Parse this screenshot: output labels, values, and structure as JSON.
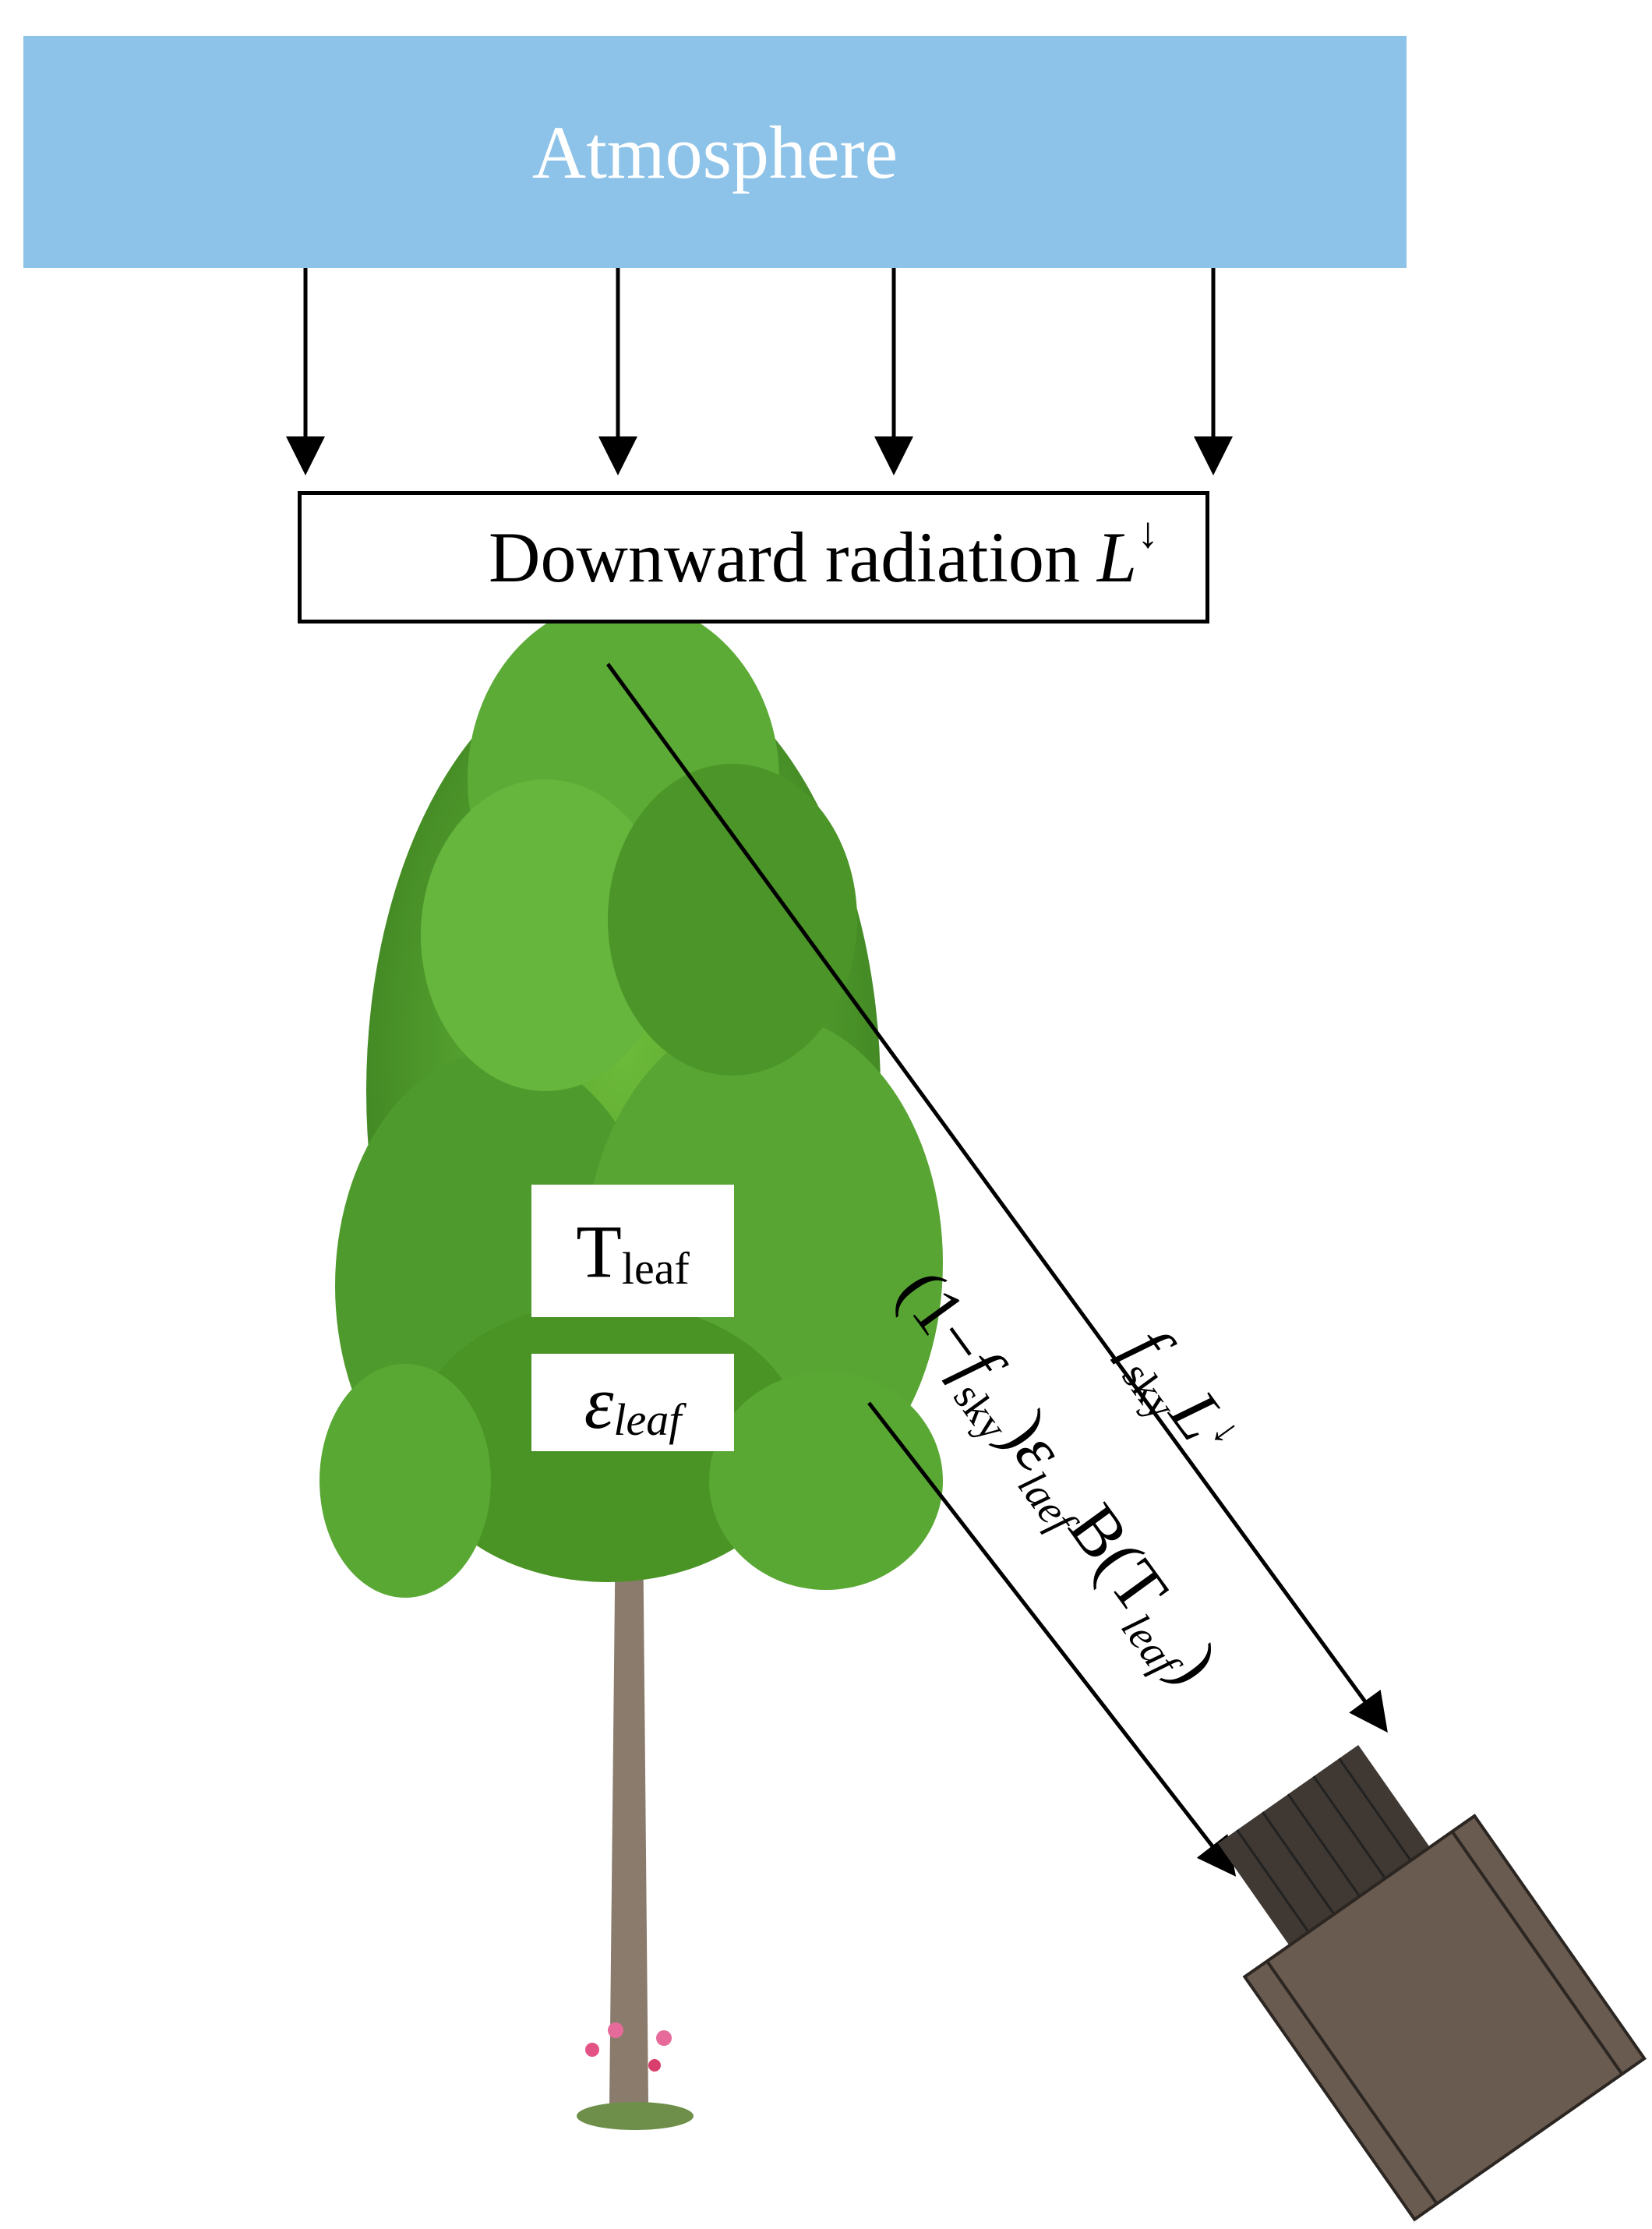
{
  "atmosphere": {
    "label": "Atmosphere",
    "fill": "#8dc3e8"
  },
  "downward_box": {
    "label": "Downward radiation",
    "symbol": "L",
    "arrow_sup": "↓"
  },
  "leaf_temp": {
    "main": "T",
    "sub": "leaf"
  },
  "leaf_emis": {
    "main": "ε",
    "sub": "leaf"
  },
  "sky_term": {
    "f": "f",
    "sub": "sky",
    "L": "L",
    "sup": "↓"
  },
  "emitted_term": {
    "open": "(1−",
    "f": "f",
    "sub1": "sky",
    "close": ")",
    "eps": "ε",
    "sub2": "laef",
    "B": "B(T",
    "sub3": "leaf",
    "end": ")"
  },
  "colors": {
    "tree_foliage": "#4f9a2c",
    "trunk": "#8a7b6c",
    "camera": "#6a5b50",
    "camera_lens": "#3f3833"
  }
}
